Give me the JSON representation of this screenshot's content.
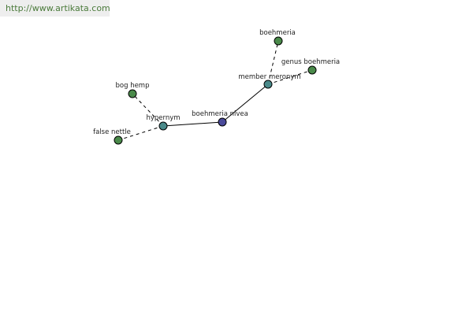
{
  "banner": {
    "url": "http://www.artikata.com"
  },
  "graph": {
    "colors": {
      "center": "#4a4a9a",
      "relation": "#4a8a8a",
      "leaf": "#4a8a4a"
    },
    "nodes": [
      {
        "id": "center",
        "label": "boehmeria nivea",
        "kind": "center"
      },
      {
        "id": "hypernym",
        "label": "hypernym",
        "kind": "relation"
      },
      {
        "id": "meronym",
        "label": "member meronym",
        "kind": "relation"
      },
      {
        "id": "bog-hemp",
        "label": "bog hemp",
        "kind": "leaf"
      },
      {
        "id": "false-nettle",
        "label": "false nettle",
        "kind": "leaf"
      },
      {
        "id": "boehmeria",
        "label": "boehmeria",
        "kind": "leaf"
      },
      {
        "id": "genus-boehmeria",
        "label": "genus boehmeria",
        "kind": "leaf"
      }
    ],
    "edges": [
      {
        "from": "center",
        "to": "hypernym",
        "style": "solid"
      },
      {
        "from": "center",
        "to": "meronym",
        "style": "solid"
      },
      {
        "from": "hypernym",
        "to": "bog-hemp",
        "style": "dashed"
      },
      {
        "from": "hypernym",
        "to": "false-nettle",
        "style": "dashed"
      },
      {
        "from": "meronym",
        "to": "boehmeria",
        "style": "dashed"
      },
      {
        "from": "meronym",
        "to": "genus-boehmeria",
        "style": "dashed"
      }
    ]
  }
}
